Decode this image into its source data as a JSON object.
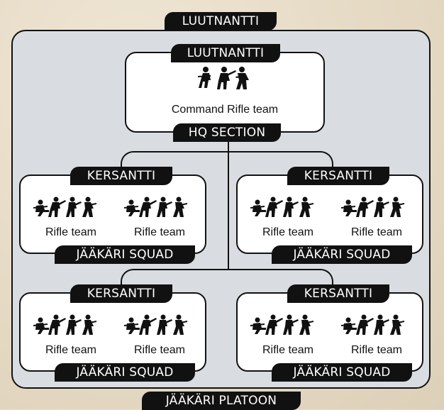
{
  "title": "LUUTNANTTI",
  "footer": "JÄÄKÄRI PLATOON",
  "command": {
    "leader": "LUUTNANTTI",
    "team_label": "Command Rifle team",
    "section": "HQ SECTION"
  },
  "squads": [
    {
      "leader": "KERSANTTI",
      "teams": [
        "Rifle team",
        "Rifle team"
      ],
      "name": "JÄÄKÄRI SQUAD"
    },
    {
      "leader": "KERSANTTI",
      "teams": [
        "Rifle team",
        "Rifle team"
      ],
      "name": "JÄÄKÄRI SQUAD"
    },
    {
      "leader": "KERSANTTI",
      "teams": [
        "Rifle team",
        "Rifle team"
      ],
      "name": "JÄÄKÄRI SQUAD"
    },
    {
      "leader": "KERSANTTI",
      "teams": [
        "Rifle team",
        "Rifle team"
      ],
      "name": "JÄÄKÄRI SQUAD"
    }
  ],
  "colors": {
    "background": "#e7dcc7",
    "panel": "#d9dde1",
    "card": "#ffffff",
    "ink": "#111111"
  },
  "icons": {
    "command": "soldiers-icon",
    "team": "rifle-team-icon"
  }
}
